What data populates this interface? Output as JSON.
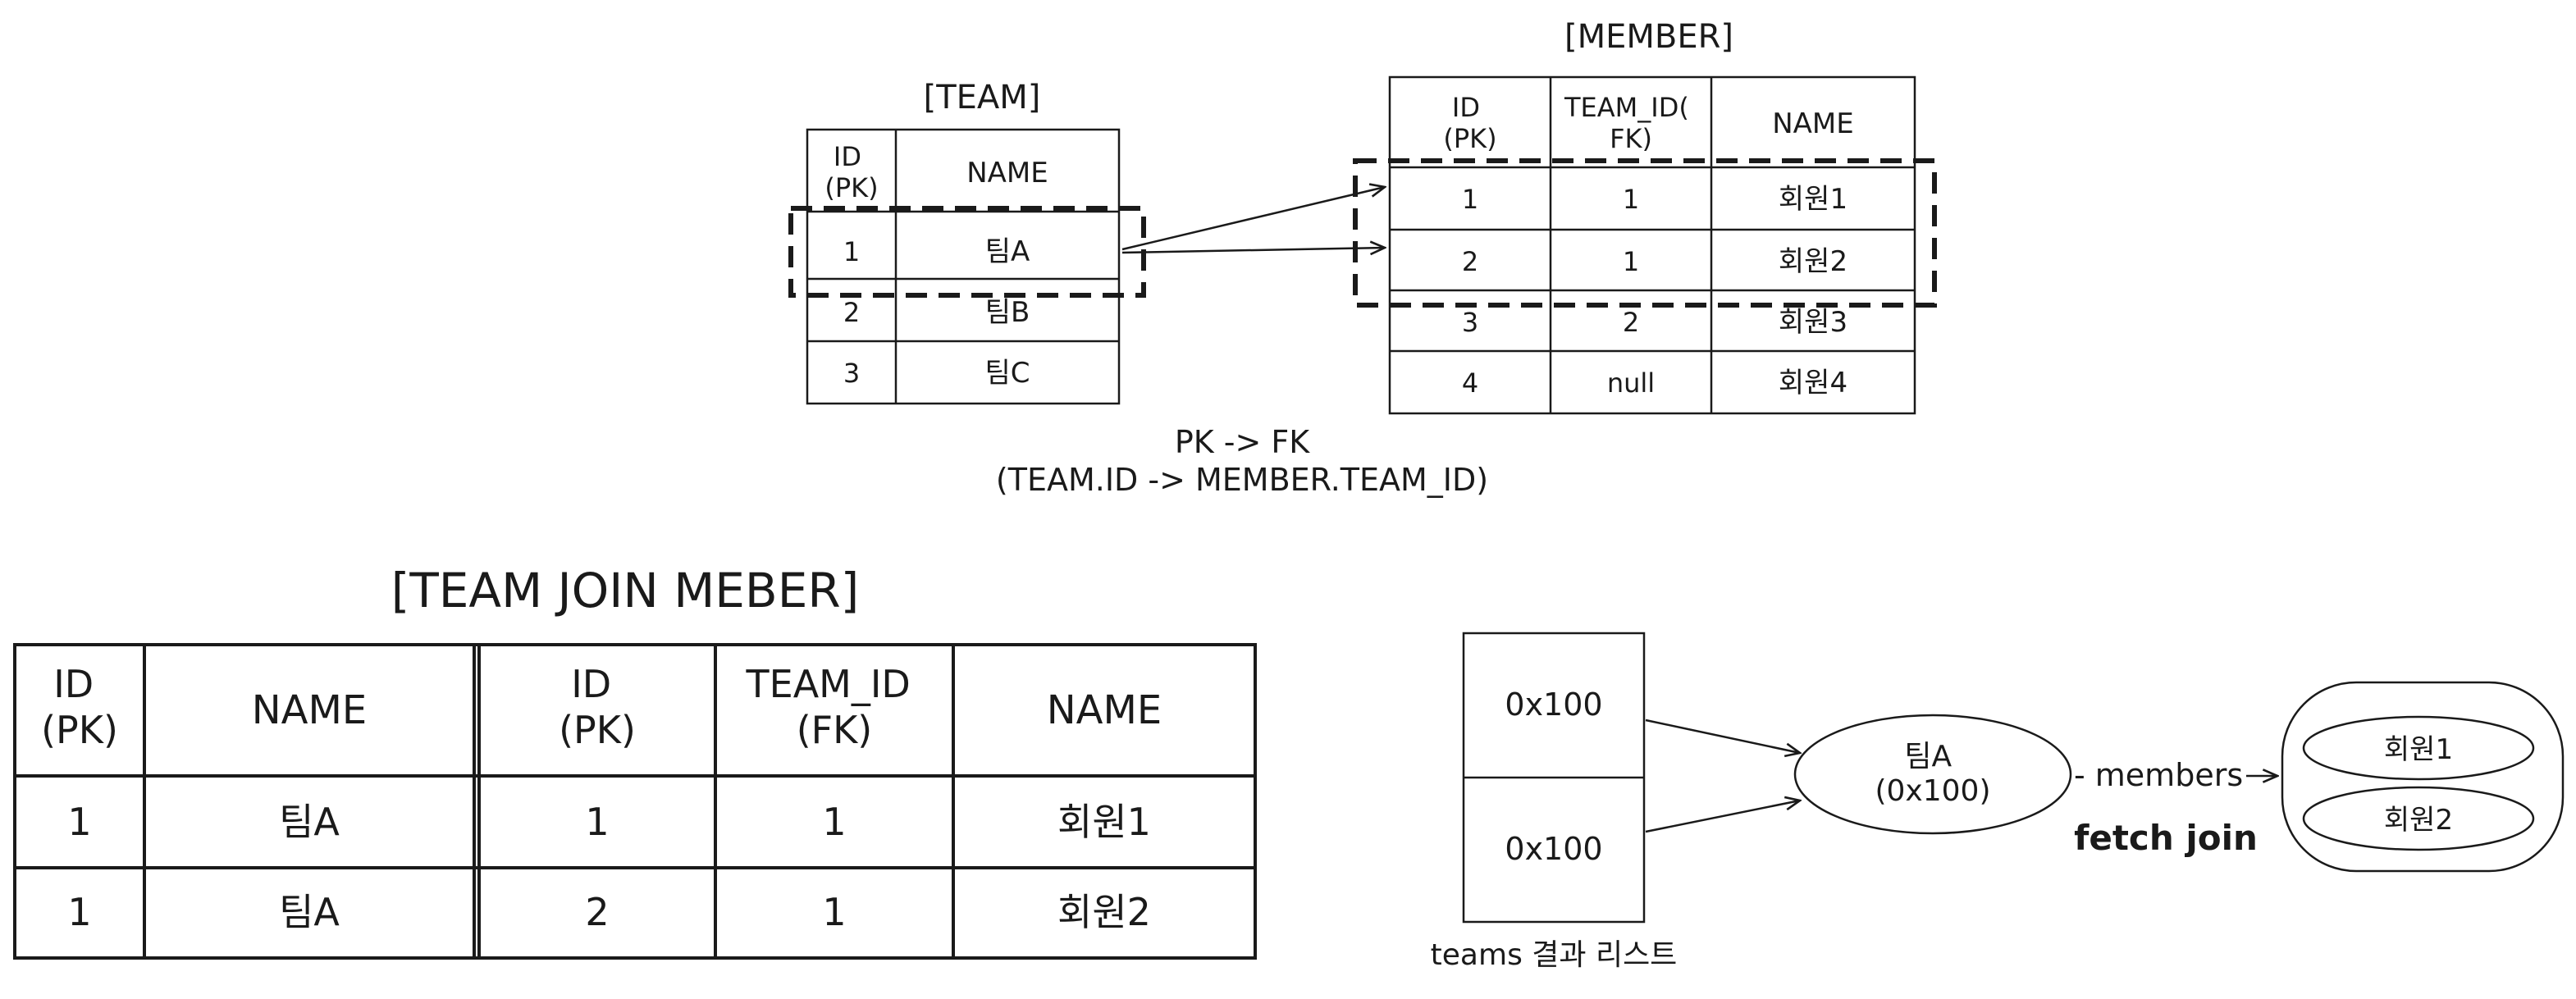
{
  "team_table": {
    "title": "[TEAM]",
    "headers": [
      [
        "ID",
        "(PK)"
      ],
      [
        "NAME"
      ]
    ],
    "rows": [
      [
        "1",
        "팀A"
      ],
      [
        "2",
        "팀B"
      ],
      [
        "3",
        "팀C"
      ]
    ]
  },
  "member_table": {
    "title": "[MEMBER]",
    "headers": [
      [
        "ID",
        "(PK)"
      ],
      [
        "TEAM_ID(",
        "FK)"
      ],
      [
        "NAME"
      ]
    ],
    "rows": [
      [
        "1",
        "1",
        "회원1"
      ],
      [
        "2",
        "1",
        "회원2"
      ],
      [
        "3",
        "2",
        "회원3"
      ],
      [
        "4",
        "null",
        "회원4"
      ]
    ]
  },
  "relation_caption": {
    "line1": "PK -> FK",
    "line2": "(TEAM.ID -> MEMBER.TEAM_ID)"
  },
  "join_table": {
    "title": "[TEAM JOIN MEBER]",
    "headers": [
      [
        "ID",
        "(PK)"
      ],
      [
        "NAME"
      ],
      [
        "ID",
        "(PK)"
      ],
      [
        "TEAM_ID",
        "(FK)"
      ],
      [
        "NAME"
      ]
    ],
    "rows": [
      [
        "1",
        "팀A",
        "1",
        "1",
        "회원1"
      ],
      [
        "1",
        "팀A",
        "2",
        "1",
        "회원2"
      ]
    ]
  },
  "memory": {
    "refs": [
      "0x100",
      "0x100"
    ],
    "list_label": "teams 결과 리스트",
    "team_object": [
      "팀A",
      "(0x100)"
    ],
    "members_label": "- members",
    "fetch_label": "fetch join",
    "members": [
      "회원1",
      "회원2"
    ]
  }
}
